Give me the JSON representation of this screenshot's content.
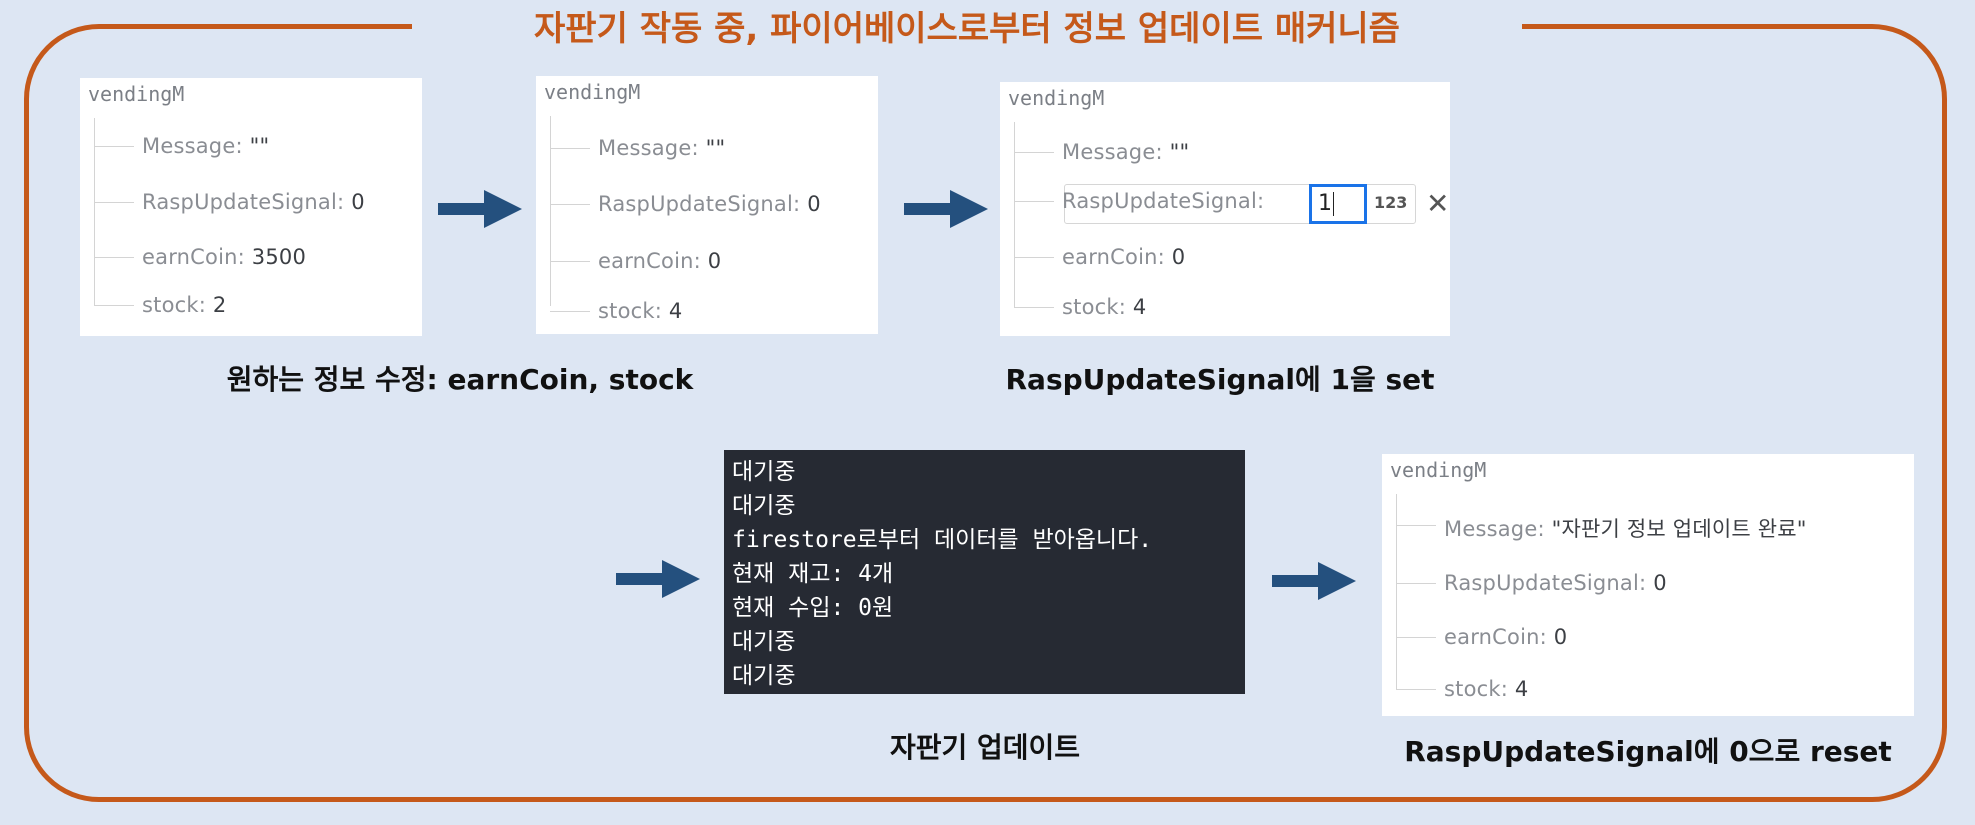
{
  "title": "자판기 작동 중, 파이어베이스로부터 정보 업데이트 매커니즘",
  "panel1": {
    "root": "vendingM",
    "rows": [
      {
        "key": "Message: ",
        "value": "\"\""
      },
      {
        "key": "RaspUpdateSignal: ",
        "value": "0"
      },
      {
        "key": "earnCoin: ",
        "value": "3500"
      },
      {
        "key": "stock: ",
        "value": "2"
      }
    ]
  },
  "panel2": {
    "root": "vendingM",
    "rows": [
      {
        "key": "Message: ",
        "value": "\"\""
      },
      {
        "key": "RaspUpdateSignal: ",
        "value": "0"
      },
      {
        "key": "earnCoin: ",
        "value": "0"
      },
      {
        "key": "stock: ",
        "value": "4"
      }
    ]
  },
  "panel3": {
    "root": "vendingM",
    "rows": [
      {
        "key": "Message: ",
        "value": "\"\""
      },
      {
        "key": "RaspUpdateSignal: ",
        "value": ""
      },
      {
        "key": "earnCoin: ",
        "value": "0"
      },
      {
        "key": "stock: ",
        "value": "4"
      }
    ],
    "edit_value": "1",
    "edit_type": "123",
    "edit_close": "✕"
  },
  "panel4": {
    "root": "vendingM",
    "rows": [
      {
        "key": "Message: ",
        "value": "\"자판기 정보 업데이트 완료\""
      },
      {
        "key": "RaspUpdateSignal: ",
        "value": "0"
      },
      {
        "key": "earnCoin: ",
        "value": "0"
      },
      {
        "key": "stock: ",
        "value": "4"
      }
    ]
  },
  "terminal": {
    "lines": [
      "대기중",
      "대기중",
      "firestore로부터 데이터를 받아옵니다.",
      "현재 재고: 4개",
      "현재 수입: 0원",
      "대기중",
      "대기중"
    ]
  },
  "captions": {
    "step1": "원하는 정보 수정: earnCoin, stock",
    "step2": "RaspUpdateSignal에 1을 set",
    "step3": "자판기 업데이트",
    "step4": "RaspUpdateSignal에 0으로 reset"
  },
  "colors": {
    "accent": "#c5591a",
    "arrow": "#24507e",
    "background": "#dde6f3",
    "terminal_bg": "#262a33",
    "edit_focus": "#1a73e8"
  },
  "icons": [
    "arrow-right-icon",
    "close-icon"
  ]
}
